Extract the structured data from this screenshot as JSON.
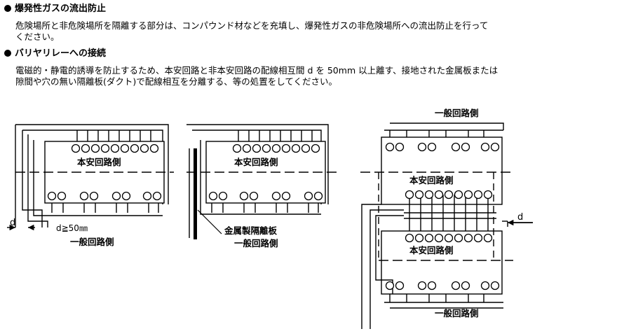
{
  "section1": {
    "heading": "爆発性ガスの流出防止",
    "body": "危険場所と非危険場所を隔離する部分は、コンパウンド材などを充填し、爆発性ガスの非危険場所への流出防止を行って\nください。"
  },
  "section2": {
    "heading": "バリヤリレーへの接続",
    "body": "電磁的・静電的誘導を防止するため、本安回路と非本安回路の配線相互間 d を 50mm 以上離す、接地された金属板または\n隙間や穴の無い隔離板(ダクト)で配線相互を分離する、等の処置をしてください。"
  },
  "labels": {
    "intrinsic_side": "本安回路側",
    "general_side": "一般回路側",
    "d": "d",
    "d_condition": "d≧50㎜",
    "metal_partition": "金属製隔離板"
  }
}
